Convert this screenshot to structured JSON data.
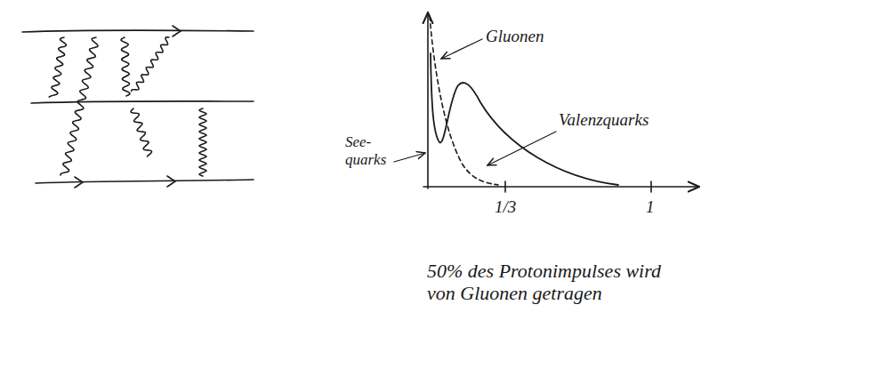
{
  "diagram": {
    "labels": [
      "See- quarks",
      "Gluonen",
      "Valenzquarks",
      "1/3",
      "1",
      "50% des Protonimpulses wird von Gluonen getragen"
    ]
  }
}
